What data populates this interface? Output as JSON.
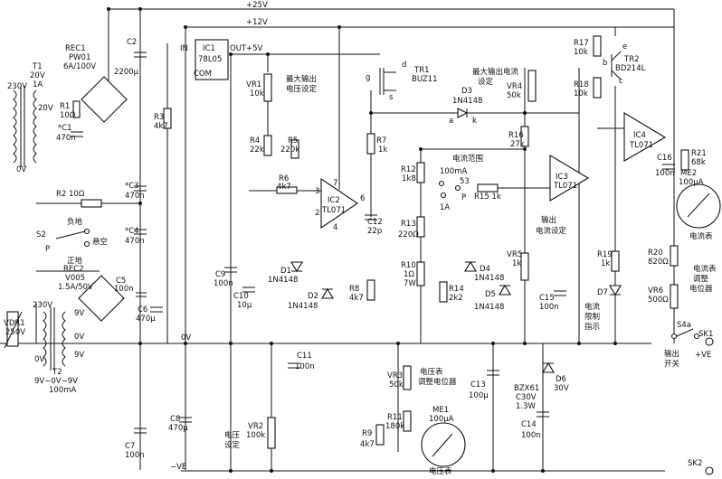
{
  "rails": {
    "v25": "+25V",
    "v12": "+12V",
    "v5": "+5V",
    "v0": "0V",
    "vneg": "−VE"
  },
  "labels": {
    "t1": [
      "T1",
      "20V",
      "1A"
    ],
    "t1_pri": "230V",
    "t1_sec": "20V",
    "t1_com": "0V",
    "rec1": [
      "REC1",
      "PW01",
      "6A/100V"
    ],
    "c2": [
      "C2",
      "2200μ"
    ],
    "r1": [
      "R1",
      "10Ω"
    ],
    "c1": [
      "*C1",
      "470n"
    ],
    "ic1": [
      "IC1",
      "78L05"
    ],
    "ic1_pins": [
      "IN",
      "OUT",
      "COM"
    ],
    "r3": [
      "R3",
      "4k7"
    ],
    "c3": [
      "*C3",
      "470n"
    ],
    "r2": "R2 10Ω",
    "c4": [
      "*C4",
      "470n"
    ],
    "s2": [
      "S2",
      "负地",
      "悬空",
      "P",
      "正地"
    ],
    "rec2": [
      "REC2",
      "V005",
      "1.5A/50V"
    ],
    "c5": [
      "C5",
      "100n"
    ],
    "c6": [
      "C6",
      "470μ"
    ],
    "vdr1": [
      "VDR1",
      "250V"
    ],
    "t2_pri": "230V",
    "t2_com": "0V",
    "t2_sec": [
      "9V",
      "0V",
      "9V"
    ],
    "t2": [
      "T2",
      "9V−0V−9V",
      "100mA"
    ],
    "c7": [
      "C7",
      "100n"
    ],
    "c8": [
      "C8",
      "470μ"
    ],
    "vr1": [
      "VR1",
      "10k",
      "最大输出",
      "电压设定"
    ],
    "r4": [
      "R4",
      "22k"
    ],
    "r5": [
      "R5",
      "220k"
    ],
    "r6": [
      "R6",
      "4k7"
    ],
    "ic2": [
      "IC2",
      "TL071"
    ],
    "c9": [
      "C9",
      "100n"
    ],
    "c10": [
      "C10",
      "10μ"
    ],
    "d1": [
      "D1",
      "1N4148"
    ],
    "d2": [
      "D2",
      "1N4148"
    ],
    "c11": [
      "C11",
      "100n"
    ],
    "vr2": [
      "VR2",
      "100k",
      "电压",
      "设定"
    ],
    "tr1": [
      "TR1",
      "BUZ11"
    ],
    "tr1_pins": [
      "g",
      "d",
      "s"
    ],
    "r7": [
      "R7",
      "1k"
    ],
    "c12": [
      "C12",
      "22p"
    ],
    "r8": [
      "R8",
      "4k7"
    ],
    "d3": [
      "D3",
      "1N4148"
    ],
    "vr4": [
      "最大输出电流",
      "设定",
      "VR4",
      "50k"
    ],
    "r12": [
      "R12",
      "1k8"
    ],
    "range": [
      "电流范围",
      "100mA",
      "53",
      "P",
      "1A"
    ],
    "r13": [
      "R13",
      "220Ω"
    ],
    "r10": [
      "R10",
      "1Ω",
      "7W"
    ],
    "r14": [
      "R14",
      "2k2"
    ],
    "r15": "R15 1k",
    "d4": [
      "D4",
      "1N4148"
    ],
    "d5": [
      "D5",
      "1N4148"
    ],
    "vr3": [
      "VR3",
      "50k",
      "电压表",
      "调整电位器"
    ],
    "r11": [
      "R11",
      "180k"
    ],
    "r9": [
      "R9",
      "4k7"
    ],
    "me1": [
      "ME1",
      "100μA",
      "电压表"
    ],
    "c13": [
      "C13",
      "100μ"
    ],
    "c14": [
      "C14",
      "100n"
    ],
    "d6": [
      "BZX61",
      "C30V",
      "1.3W",
      "D6",
      "30V"
    ],
    "r16": [
      "R16",
      "27k"
    ],
    "ic3": [
      "IC3",
      "TL071"
    ],
    "vr5": [
      "VR5",
      "1k",
      "输出",
      "电流设定"
    ],
    "c15": [
      "C15",
      "100n"
    ],
    "r17": [
      "R17",
      "10k"
    ],
    "r18": [
      "R18",
      "10k"
    ],
    "tr2": [
      "TR2",
      "BD214L"
    ],
    "tr2_pins": [
      "b",
      "e",
      "c"
    ],
    "ic4": [
      "IC4",
      "TL071"
    ],
    "r19": [
      "R19",
      "1k"
    ],
    "d7": [
      "D7",
      "电流",
      "限制",
      "指示"
    ],
    "r21": [
      "R21",
      "68k"
    ],
    "c16": [
      "C16",
      "100n"
    ],
    "me2": [
      "ME2",
      "100μA",
      "电流表"
    ],
    "r20": [
      "R20",
      "820Ω"
    ],
    "vr6": [
      "VR6",
      "500Ω",
      "电流表",
      "调整",
      "电位器"
    ],
    "s4": [
      "S4a",
      "输出",
      "开关"
    ],
    "sk1": [
      "SK1",
      "+VE"
    ],
    "sk2": "SK2",
    "pins": [
      "7",
      "4",
      "3",
      "2",
      "6",
      "a",
      "k"
    ]
  }
}
